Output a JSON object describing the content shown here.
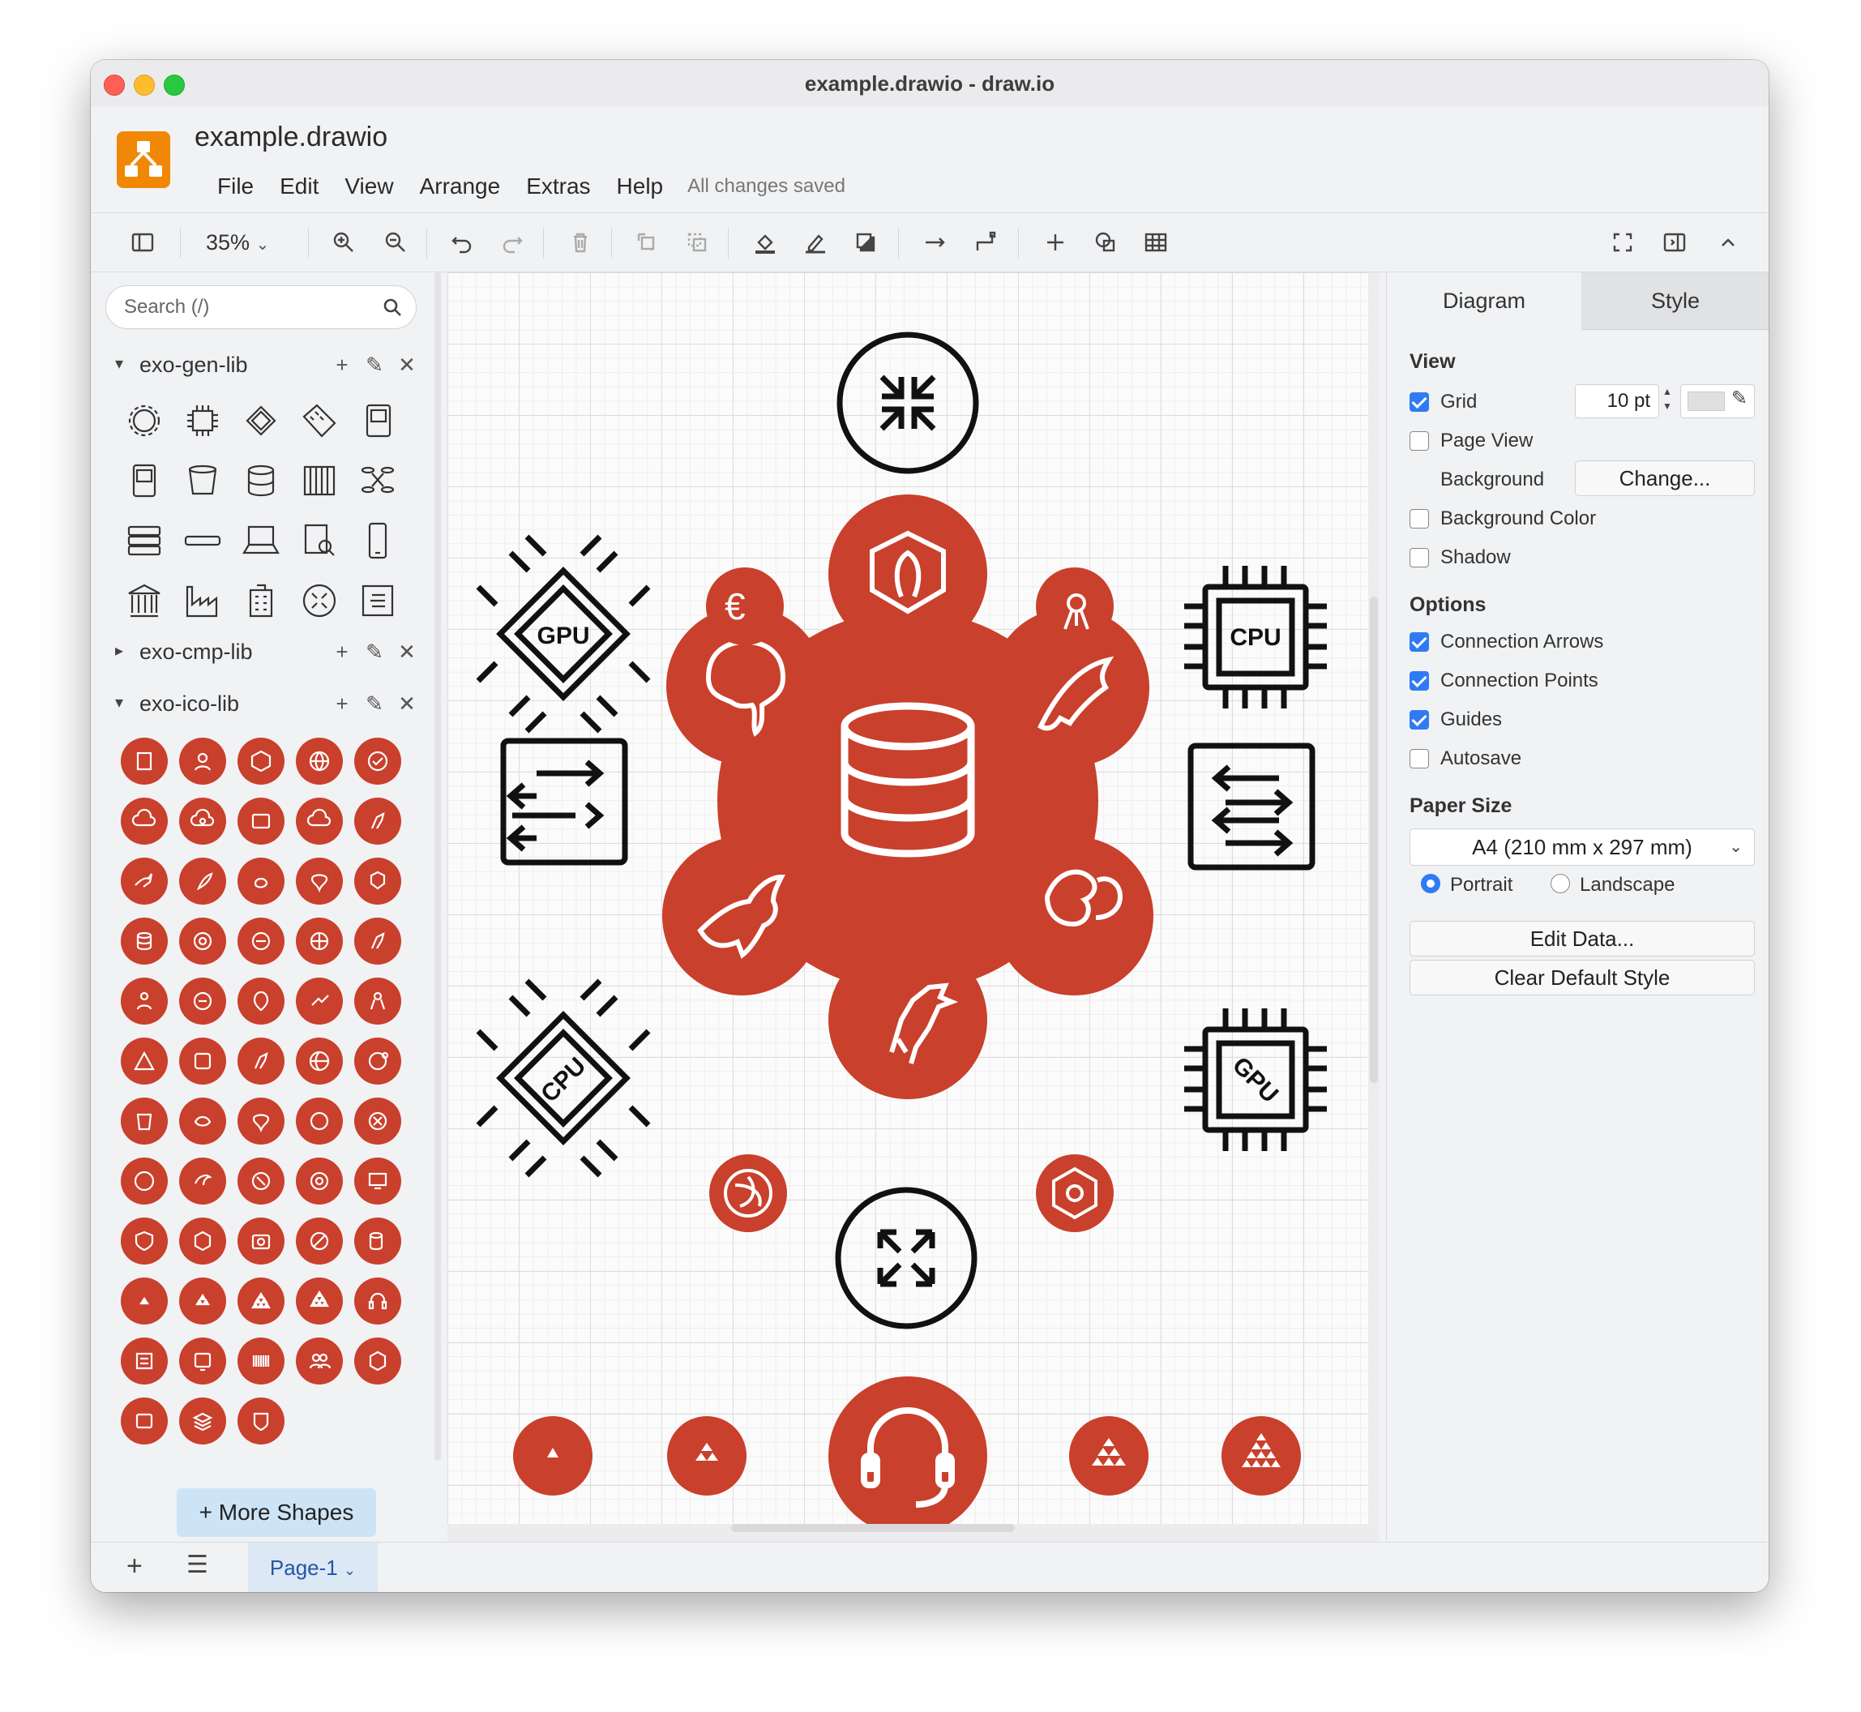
{
  "window": {
    "title": "example.drawio - draw.io"
  },
  "header": {
    "doc_title": "example.drawio",
    "menu": [
      "File",
      "Edit",
      "View",
      "Arrange",
      "Extras",
      "Help"
    ],
    "status": "All changes saved"
  },
  "toolbar": {
    "zoom": "35%"
  },
  "sidebar": {
    "search_placeholder": "Search (/)",
    "libraries": [
      {
        "name": "exo-gen-lib",
        "expanded": true
      },
      {
        "name": "exo-cmp-lib",
        "expanded": false
      },
      {
        "name": "exo-ico-lib",
        "expanded": true
      }
    ],
    "more_shapes": "+ More Shapes"
  },
  "panel": {
    "tabs": [
      "Diagram",
      "Style"
    ],
    "view_heading": "View",
    "grid_label": "Grid",
    "grid_size": "10 pt",
    "page_view_label": "Page View",
    "background_label": "Background",
    "change_button": "Change...",
    "bg_color_label": "Background Color",
    "shadow_label": "Shadow",
    "options_heading": "Options",
    "connection_arrows": "Connection Arrows",
    "connection_points": "Connection Points",
    "guides": "Guides",
    "autosave": "Autosave",
    "paper_heading": "Paper Size",
    "paper_size": "A4 (210 mm x 297 mm)",
    "portrait": "Portrait",
    "landscape": "Landscape",
    "edit_data": "Edit Data...",
    "clear_style": "Clear Default Style"
  },
  "diagram": {
    "gpu_label": "GPU",
    "cpu_label": "CPU"
  },
  "footer": {
    "page_tab": "Page-1"
  },
  "colors": {
    "accent_red": "#c9402c",
    "drawio_orange": "#f08705",
    "check_blue": "#2f7bf5"
  }
}
